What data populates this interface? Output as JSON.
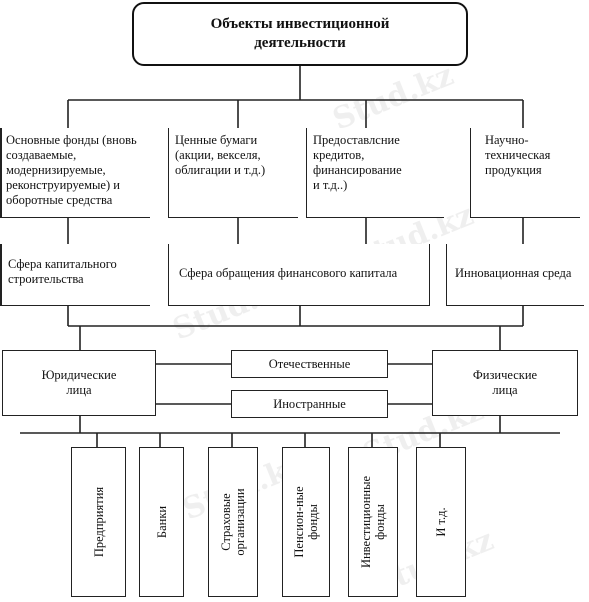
{
  "title": "Объекты инвестиционной\nдеятельности",
  "objects": [
    {
      "id": "fixed-assets",
      "label": "Основные фонды (вновь\nсоздаваемые,\nмодернизируемые,\nреконструируемые) и\nоборотные средства"
    },
    {
      "id": "securities",
      "label": "Ценные бумаги\n(акции, векселя,\nоблигации и т.д.)"
    },
    {
      "id": "credits",
      "label": "Предоставлсние\nкредитов,\nфинансирование\nи т.д..)"
    },
    {
      "id": "scitech",
      "label": "Научно-\nтехническая\nпродукция"
    }
  ],
  "spheres": [
    {
      "id": "capital-construction",
      "label": "Сфера капитального\nстроительства"
    },
    {
      "id": "financial-capital",
      "label": "Сфера обращения финансового капитала"
    },
    {
      "id": "innovation",
      "label": "Инновационная среда"
    }
  ],
  "persons": {
    "legal": "Юридические\nлица",
    "domestic": "Отечественные",
    "foreign": "Иностранные",
    "physical": "Физические\nлица"
  },
  "entities": [
    {
      "id": "enterprises",
      "label": "Предприятия"
    },
    {
      "id": "banks",
      "label": "Банки"
    },
    {
      "id": "insurance",
      "label": "Страховые\nорганизации"
    },
    {
      "id": "pension",
      "label": "Пенсион-ные\nфонды"
    },
    {
      "id": "investment-funds",
      "label": "Инвестиционные\nфонды"
    },
    {
      "id": "etc",
      "label": "И т.д."
    }
  ],
  "watermark": "Stud.kz"
}
